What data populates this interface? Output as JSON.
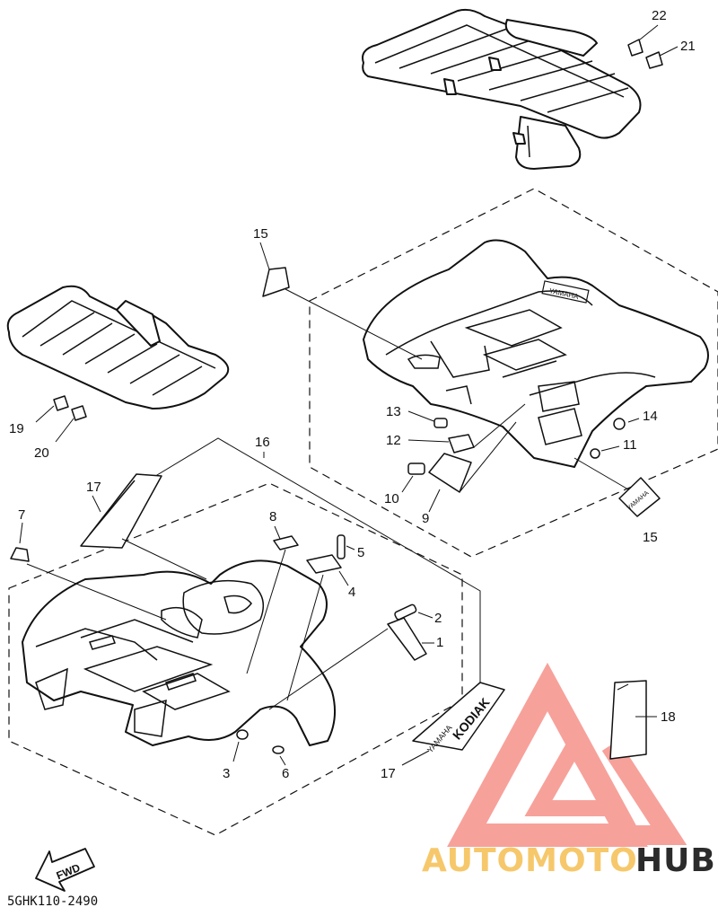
{
  "diagram_code": "5GHK110-2490",
  "fwd_label": "FWD",
  "decal_text_1": "KODIAK",
  "decal_text_2": "YAMAHA",
  "rack_badge": "YAMAHA",
  "license_plate_text": "YAMAHA",
  "watermark": {
    "part1": "AUTOMOTO",
    "part2": "HUB",
    "colors": {
      "accent": "#f7a19b",
      "brand_yellow": "#f6c86b",
      "brand_dark": "#2b2b2b"
    }
  },
  "callouts": [
    "1",
    "2",
    "3",
    "4",
    "5",
    "6",
    "7",
    "8",
    "9",
    "10",
    "11",
    "12",
    "13",
    "14",
    "15",
    "15",
    "16",
    "17",
    "17",
    "18",
    "19",
    "20",
    "21",
    "22"
  ]
}
